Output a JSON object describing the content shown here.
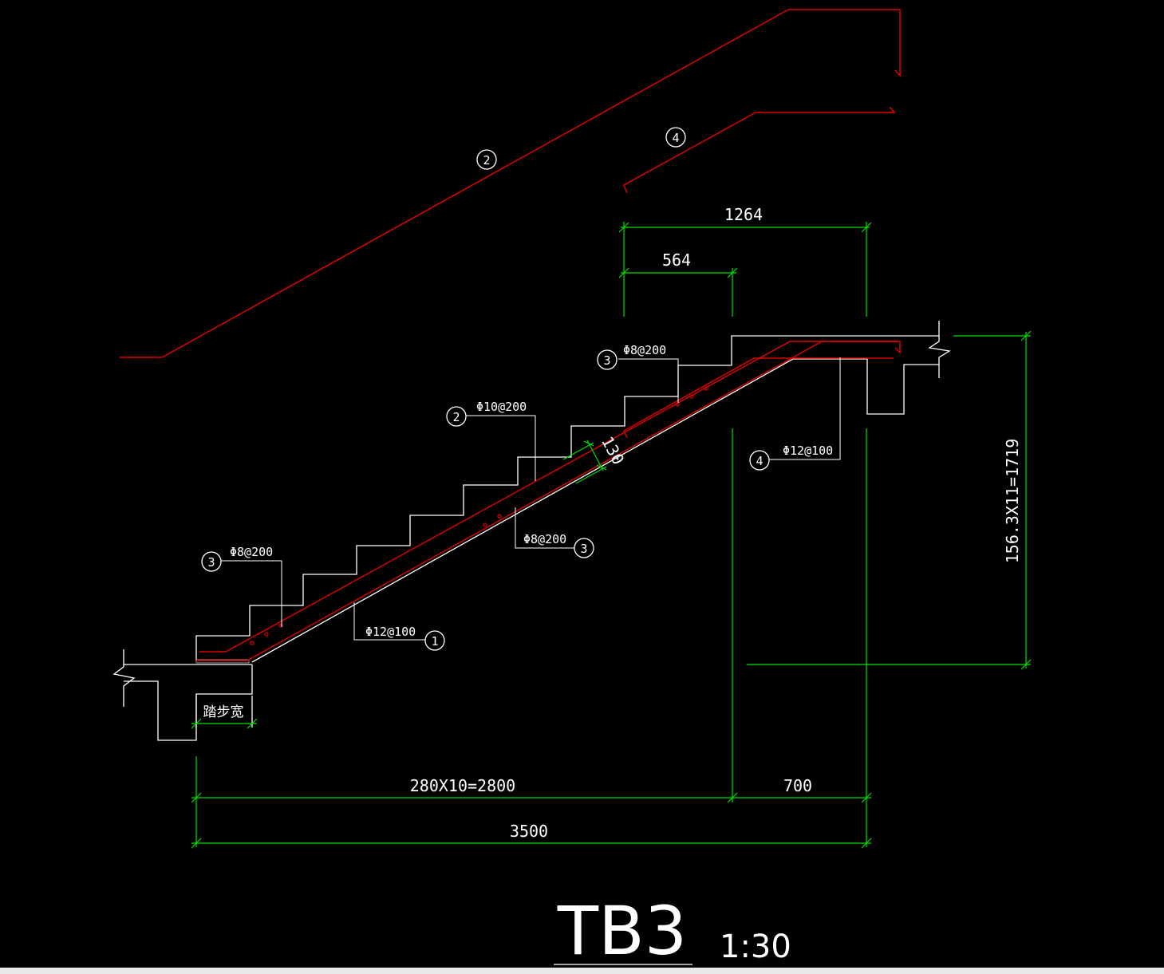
{
  "drawing": {
    "title": "TB3",
    "scale": "1:30",
    "background_color": "#000000",
    "colors": {
      "outline": "#ffffff",
      "rebar": "#ff0000",
      "dimension": "#00ff00"
    }
  },
  "bars": {
    "b1": {
      "mark": "1",
      "spec": "Φ12@100"
    },
    "b2": {
      "mark": "2",
      "spec": "Φ10@200"
    },
    "b3_top": {
      "mark": "3",
      "spec": "Φ8@200"
    },
    "b3_mid": {
      "mark": "3",
      "spec": "Φ8@200"
    },
    "b3_low": {
      "mark": "3",
      "spec": "Φ8@200"
    },
    "b4": {
      "mark": "4",
      "spec": "Φ12@100"
    }
  },
  "rebar_details": {
    "bar2_mark": "2",
    "bar4_mark": "4"
  },
  "dimensions": {
    "top_overall": "1264",
    "top_partial": "564",
    "thickness": "130",
    "height": "156.3X11=1719",
    "steps": "280X10=2800",
    "landing": "700",
    "overall": "3500",
    "tread_width": "踏步宽"
  }
}
